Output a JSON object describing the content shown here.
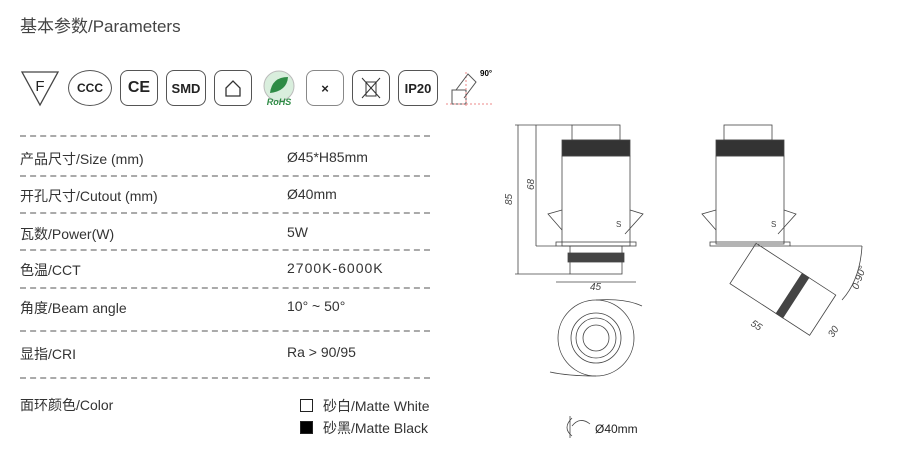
{
  "title": "基本参数/Parameters",
  "icons": [
    {
      "name": "f-mark-icon",
      "text": "F"
    },
    {
      "name": "ccc-icon",
      "text": "CCC"
    },
    {
      "name": "ce-icon",
      "text": "CE"
    },
    {
      "name": "smd-icon",
      "text": "SMD"
    },
    {
      "name": "indoor-icon"
    },
    {
      "name": "rohs-icon",
      "text": "RoHS"
    },
    {
      "name": "no-insulation-cover-icon"
    },
    {
      "name": "weee-bin-icon"
    },
    {
      "name": "ip20-icon",
      "text": "IP20"
    },
    {
      "name": "tilt-angle-icon",
      "text": "90°"
    }
  ],
  "params": [
    {
      "label": "产品尺寸/Size (mm)",
      "value": "Ø45*H85mm"
    },
    {
      "label": "开孔尺寸/Cutout (mm)",
      "value": "Ø40mm"
    },
    {
      "label": "瓦数/Power(W)",
      "value": "5W"
    },
    {
      "label": "色温/CCT",
      "value": "2700K-6000K"
    },
    {
      "label": "角度/Beam angle",
      "value": "10° ~ 50°"
    },
    {
      "label": "显指/CRI",
      "value": "Ra > 90/95"
    }
  ],
  "color": {
    "label": "面环颜色/Color",
    "options": [
      "砂白/Matte White",
      "砂黑/Matte Black"
    ],
    "swatches": [
      "#ffffff",
      "#000000"
    ]
  },
  "drawing": {
    "dim_85": "85",
    "dim_68": "68",
    "dim_45": "45",
    "dim_55": "55",
    "dim_30": "30",
    "tilt": "0-90°",
    "label_s": "S",
    "cutout": "Ø40mm"
  }
}
